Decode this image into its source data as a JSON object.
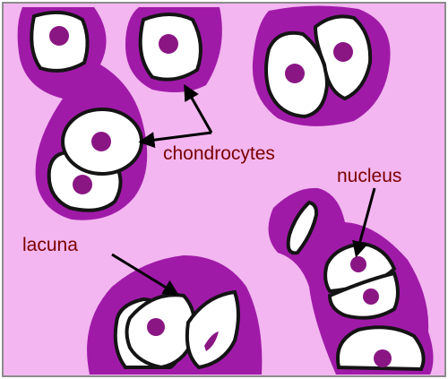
{
  "diagram": {
    "labels": {
      "chondrocytes": "chondrocytes",
      "nucleus": "nucleus",
      "lacuna": "lacuna"
    }
  },
  "colors": {
    "background": "#f3b6f0",
    "territorial_matrix": "#a01aa8",
    "nucleus": "#8a1684",
    "lacuna_fill": "#ffffff",
    "lacuna_outline": "#141414",
    "label_text": "#7a0000",
    "arrow": "#000000"
  }
}
